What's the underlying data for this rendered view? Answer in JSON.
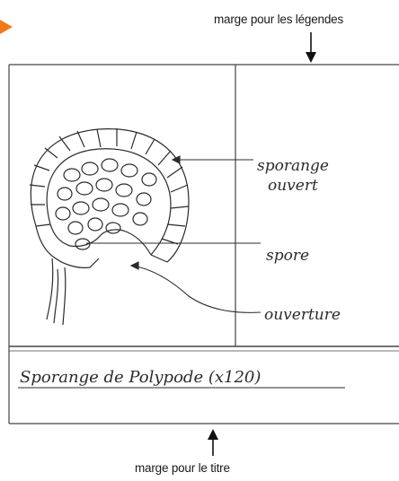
{
  "header": {
    "legend_margin_caption": "marge pour les légendes"
  },
  "footer": {
    "title_margin_caption": "marge pour le titre"
  },
  "drawing": {
    "title": "Sporange de Polypode (x120)",
    "labels": {
      "sporange_line1": "sporange",
      "sporange_line2": "ouvert",
      "spore": "spore",
      "ouverture": "ouverture"
    }
  },
  "colors": {
    "accent_arrow": "#f07a1a",
    "ink": "#2b2b2b",
    "frame": "#444444"
  }
}
